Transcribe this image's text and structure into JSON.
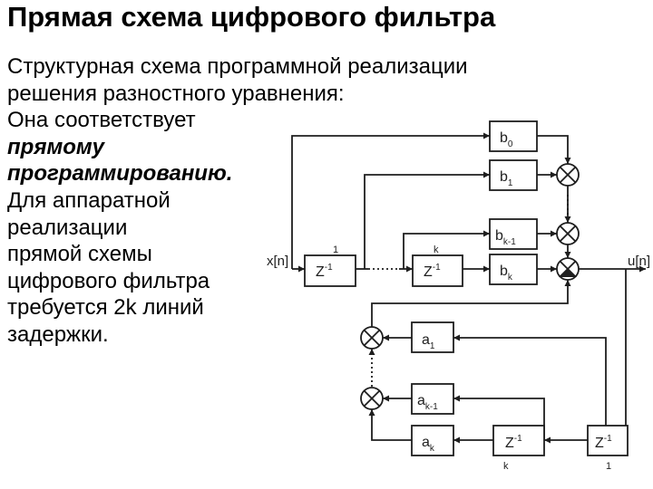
{
  "title": "Прямая схема цифрового фильтра",
  "body": {
    "line1": "Структурная схема программной реализации",
    "line2": "решения разностного уравнения:",
    "line3": "Она соответствует",
    "line4": "прямому",
    "line5": "программированию.",
    "line6": "Для аппаратной",
    "line7": "реализации",
    "line8": "прямой схемы",
    "line9": "цифрового фильтра",
    "line10": "требуется 2k линий",
    "line11": "задержки."
  },
  "diagram": {
    "input_label": "x[n]",
    "output_label": "u[n]",
    "delay_base": "Z",
    "delay_exp": "-1",
    "coef_b": "b",
    "coef_a": "a",
    "sub_b0": "0",
    "sub_b1": "1",
    "sub_bk1": "k-1",
    "sub_bk": "k",
    "sub_a1": "1",
    "sub_ak1": "k-1",
    "sub_ak": "k",
    "delay_num_1": "1",
    "delay_num_k": "k"
  }
}
